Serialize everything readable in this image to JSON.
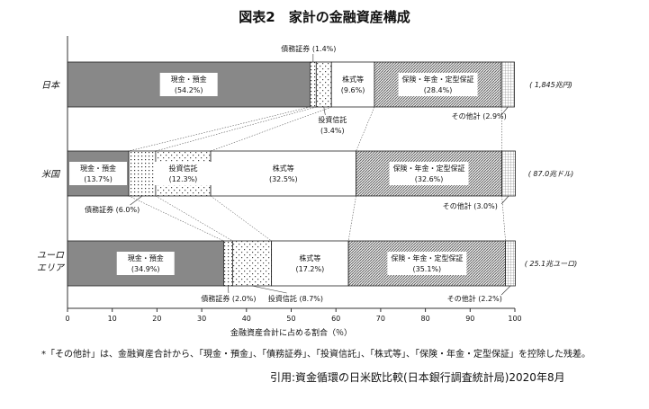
{
  "title": "図表2　家計の金融資産構成",
  "footnote": "*「その他計」は、金融資産合計から、「現金・預金」、「債務証券」、「投資信託」、「株式等」、「保険・年金・定型保証」を控除した残差。",
  "source": "引用:資金循環の日米欧比較(日本銀行調査統計局)2020年8月",
  "chart_data": {
    "type": "bar",
    "orientation": "horizontal-stacked-100",
    "xlabel": "金融資産合計に占める割合（％）",
    "xlim": [
      0,
      100
    ],
    "xticks": [
      0,
      10,
      20,
      30,
      40,
      50,
      60,
      70,
      80,
      90,
      100
    ],
    "grid": false,
    "categories": [
      "日本",
      "米国",
      "ユーロエリア"
    ],
    "totals": [
      "( 1,845兆円)",
      "( 87.0兆ドル)",
      "( 25.1兆ユーロ)"
    ],
    "series": [
      {
        "key": "cash",
        "name": "現金・預金",
        "values": [
          54.2,
          13.7,
          34.9
        ],
        "pattern": "gray"
      },
      {
        "key": "debt",
        "name": "債務証券",
        "values": [
          1.4,
          6.0,
          2.0
        ],
        "pattern": "dots"
      },
      {
        "key": "fund",
        "name": "投資信託",
        "values": [
          3.4,
          12.3,
          8.7
        ],
        "pattern": "dots-sparse"
      },
      {
        "key": "equity",
        "name": "株式等",
        "values": [
          9.6,
          32.5,
          17.2
        ],
        "pattern": "white"
      },
      {
        "key": "insurance",
        "name": "保険・年金・定型保証",
        "values": [
          28.4,
          32.6,
          35.1
        ],
        "pattern": "hatch"
      },
      {
        "key": "other",
        "name": "その他計",
        "values": [
          2.9,
          3.0,
          2.2
        ],
        "pattern": "grid"
      }
    ],
    "labels": [
      [
        "現金・預金\n(54.2%)",
        "債務証券 (1.4%)",
        "投資信託\n(3.4%)",
        "株式等\n(9.6%)",
        "保険・年金・定型保証\n(28.4%)",
        "その他計 (2.9%)"
      ],
      [
        "現金・預金\n(13.7%)",
        "債務証券 (6.0%)",
        "投資信託\n(12.3%)",
        "株式等\n(32.5%)",
        "保険・年金・定型保証\n(32.6%)",
        "その他計 (3.0%)"
      ],
      [
        "現金・預金\n(34.9%)",
        "債務証券 (2.0%)",
        "投資信託 (8.7%)",
        "株式等\n(17.2%)",
        "保険・年金・定型保証\n(35.1%)",
        "その他計 (2.2%)"
      ]
    ]
  }
}
